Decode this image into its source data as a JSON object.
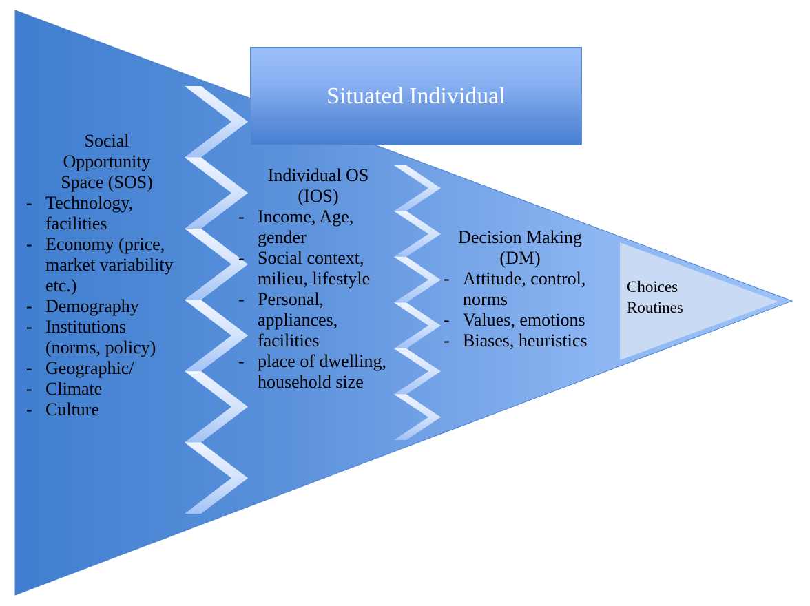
{
  "colors": {
    "triangle_left": "#3f7ecf",
    "triangle_right": "#94bdf7",
    "chevron_top": "#eef4ff",
    "chevron_bottom": "#a9c7f7",
    "inner_triangle": "#c9dbf4",
    "text": "#000000",
    "box_text": "#ffffff"
  },
  "situated_individual": {
    "label": "Situated Individual"
  },
  "sos": {
    "heading_lines": [
      "Social",
      "Opportunity",
      "Space (SOS)"
    ],
    "items": [
      [
        "Technology,",
        "facilities"
      ],
      [
        "Economy (price,",
        "market variability",
        "etc.)"
      ],
      [
        "Demography"
      ],
      [
        "Institutions",
        "(norms, policy)"
      ],
      [
        "Geographic/"
      ],
      [
        "Climate"
      ],
      [
        "Culture"
      ]
    ]
  },
  "ios": {
    "heading_lines": [
      "Individual OS",
      "(IOS)"
    ],
    "items": [
      [
        "Income, Age,",
        "gender"
      ],
      [
        "Social context,",
        "milieu, lifestyle"
      ],
      [
        "Personal,",
        "appliances,",
        "facilities"
      ],
      [
        "place of dwelling,",
        "household size"
      ]
    ]
  },
  "dm": {
    "heading_lines": [
      "Decision Making",
      "(DM)"
    ],
    "items": [
      [
        "Attitude, control,",
        "norms"
      ],
      [
        "Values, emotions"
      ],
      [
        "Biases, heuristics"
      ]
    ]
  },
  "outcome": {
    "lines": [
      "Choices",
      "Routines"
    ]
  }
}
